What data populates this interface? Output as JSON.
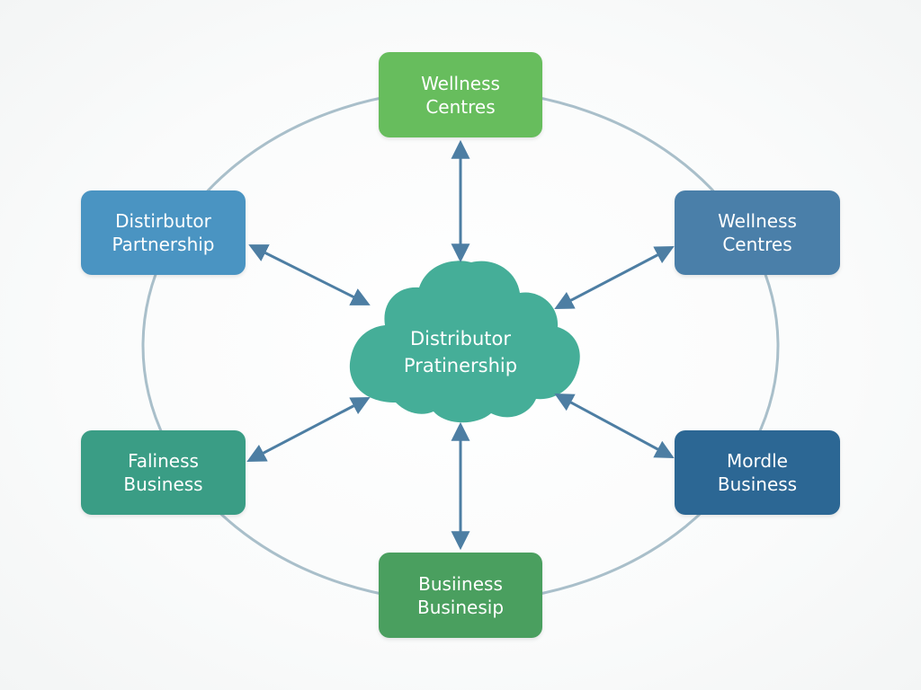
{
  "diagram": {
    "center": {
      "label": "Distributor\nPratinership",
      "color": "#45ae98"
    },
    "nodes": [
      {
        "key": "top",
        "label": "Wellness\nCentres",
        "color": "#67bd5d"
      },
      {
        "key": "ul",
        "label": "Distirbutor\nPartnership",
        "color": "#4a94c2"
      },
      {
        "key": "ur",
        "label": "Wellness\nCentres",
        "color": "#4a7fa9"
      },
      {
        "key": "ll",
        "label": "Faliness\nBusiness",
        "color": "#3a9d85"
      },
      {
        "key": "lr",
        "label": "Mordle\nBusiness",
        "color": "#2c6794"
      },
      {
        "key": "bottom",
        "label": "Busiiness\nBusinesip",
        "color": "#4a9f5f"
      }
    ],
    "ring_color": "#a9bfca",
    "arrow_color": "#4d7ea3"
  }
}
